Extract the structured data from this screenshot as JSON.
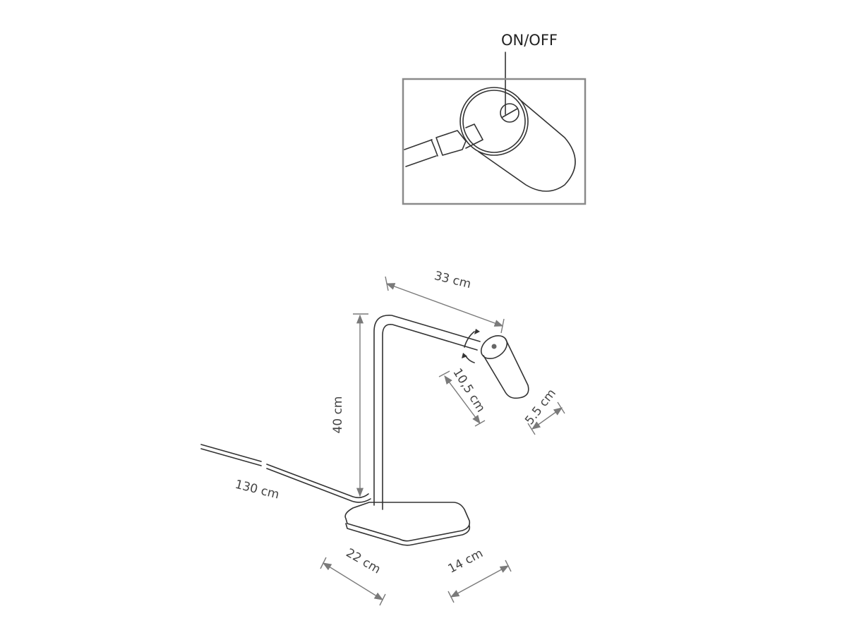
{
  "detail": {
    "switch_label": "ON/OFF"
  },
  "dimensions": {
    "arm_length": "33 cm",
    "height": "40 cm",
    "head_length": "10,5 cm",
    "head_diameter": "5.5 cm",
    "cable_length": "130 cm",
    "base_length": "22 cm",
    "base_width": "14 cm"
  }
}
